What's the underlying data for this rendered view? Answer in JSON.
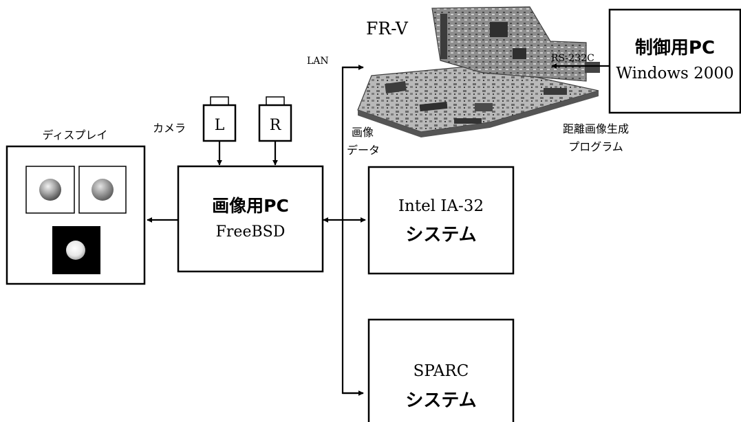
{
  "labels": {
    "frv": "FR-V",
    "lan": "LAN",
    "rs232c": "RS-232C",
    "distance_program_line1": "距離画像生成",
    "distance_program_line2": "プログラム",
    "image_data_line1": "画像",
    "image_data_line2": "データ",
    "camera": "カメラ",
    "display": "ディスプレイ"
  },
  "control_pc": {
    "line1": "制御用PC",
    "line2": "Windows 2000"
  },
  "cameras": {
    "left": "L",
    "right": "R"
  },
  "image_pc": {
    "line1": "画像用PC",
    "line2": "FreeBSD"
  },
  "intel_system": {
    "line1": "Intel IA-32",
    "line2": "システム"
  },
  "sparc_system": {
    "line1": "SPARC",
    "line2": "システム"
  },
  "colors": {
    "line": "#000000",
    "board": "#9a9a9a",
    "board_dark": "#3c3c3c",
    "depth_background": "#000000"
  },
  "icons": {
    "frv_board": "fr-v-board-photo",
    "sphere": "grey-sphere-image"
  }
}
